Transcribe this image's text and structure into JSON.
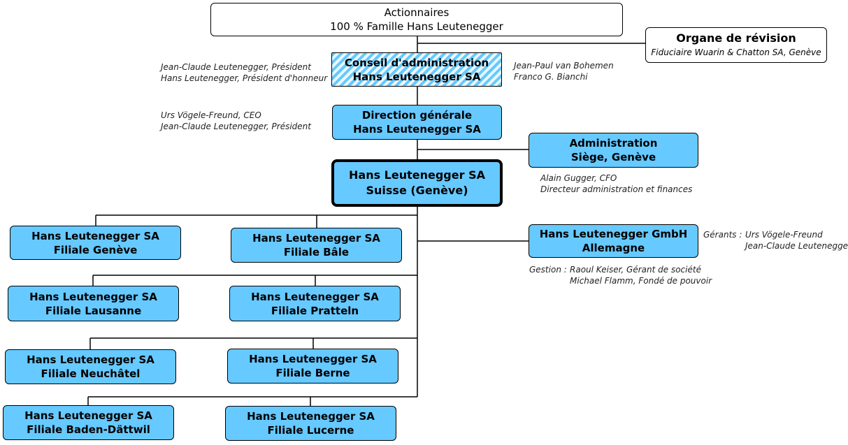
{
  "shareholders": {
    "line1": "Actionnaires",
    "line2": "100 % Famille Hans Leutenegger"
  },
  "audit": {
    "title": "Organe de révision",
    "subtitle": "Fiduciaire Wuarin & Chatton SA, Genève"
  },
  "board": {
    "line1": "Conseil d'administration",
    "line2": "Hans Leutenegger SA",
    "members_left": [
      "Jean-Claude Leutenegger, Président",
      "Hans Leutenegger, Président d'honneur"
    ],
    "members_right": [
      "Jean-Paul van Bohemen",
      "Franco G. Bianchi"
    ]
  },
  "management": {
    "line1": "Direction générale",
    "line2": "Hans Leutenegger SA",
    "members": [
      "Urs Vögele-Freund, CEO",
      "Jean-Claude Leutenegger, Président"
    ]
  },
  "administration": {
    "line1": "Administration",
    "line2": "Siège, Genève",
    "members": [
      "Alain Gugger, CFO",
      "Directeur administration et finances"
    ]
  },
  "swiss_company": {
    "line1": "Hans Leutenegger SA",
    "line2": "Suisse (Genève)"
  },
  "germany": {
    "line1": "Hans Leutenegger GmbH",
    "line2": "Allemagne",
    "managers_label": "Gérants :",
    "managers": [
      "Urs Vögele-Freund",
      "Jean-Claude Leutenegger"
    ],
    "gestion_label": "Gestion :",
    "gestion": [
      "Raoul Keiser, Gérant de société",
      "Michael Flamm, Fondé de pouvoir"
    ]
  },
  "branches": [
    {
      "line1": "Hans Leutenegger SA",
      "line2": "Filiale Genève"
    },
    {
      "line1": "Hans Leutenegger SA",
      "line2": "Filiale Bâle"
    },
    {
      "line1": "Hans Leutenegger SA",
      "line2": "Filiale Lausanne"
    },
    {
      "line1": "Hans Leutenegger SA",
      "line2": "Filiale Pratteln"
    },
    {
      "line1": "Hans Leutenegger SA",
      "line2": "Filiale Neuchâtel"
    },
    {
      "line1": "Hans Leutenegger SA",
      "line2": "Filiale Berne"
    },
    {
      "line1": "Hans Leutenegger SA",
      "line2": "Filiale Baden-Dättwil"
    },
    {
      "line1": "Hans Leutenegger SA",
      "line2": "Filiale Lucerne"
    }
  ],
  "colors": {
    "box_fill": "#66c9ff",
    "hatch_light": "#e9f7ff",
    "line": "#000000"
  }
}
